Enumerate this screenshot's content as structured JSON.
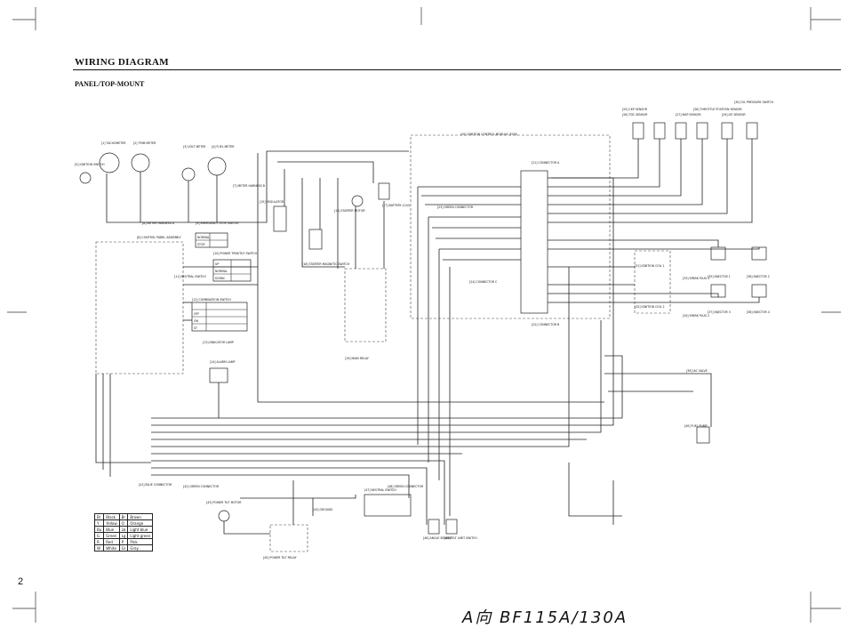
{
  "header": {
    "title": "WIRING DIAGRAM",
    "subtitle": "PANEL/TOP-MOUNT"
  },
  "page_number": "2",
  "footer_note": "A向 BF115A/130A",
  "components": {
    "tachometer": "[1] TACHOMETER",
    "trim_meter": "[2] TRIM METER",
    "volt_meter": "[3] VOLT METER",
    "fuel_meter": "[4] FUEL METER",
    "ignition_switch": "[5] IGNITION SWITCH",
    "meter_harness_a": "[6] METER HARNESS A",
    "meter_harness_b": "[7] METER HARNESS B",
    "control_panel": "[8] CONTROL PANEL ASSEMBLY",
    "emergency_stop": "[9] EMERGENCY STOP SWITCH",
    "power_tilt_switch": "[10] POWER TRIM/TILT SWITCH",
    "neutral_switch": "[11] NEUTRAL SWITCH",
    "combination_switch": "[12] COMBINATION SWITCH",
    "indicator_lamp": "[13] INDICATOR LAMP",
    "alarm_lamp": "[14] ALARM LAMP",
    "regulator": "[15] REGULATOR",
    "starter_motor": "[16] STARTER MOTOR",
    "battery": "[17] BATTERY (12V)",
    "starter_magnetic_switch": "[18] STARTER MAGNETIC SWITCH",
    "main_relay": "[19] MAIN RELAY",
    "pgm_fi_module": "[20] IGNITION CONTROL MODULE (ECM)",
    "connector_a": "[21] CONNECTOR A",
    "connector_b": "[22] CONNECTOR B",
    "green_connector": "[23] GREEN CONNECTOR",
    "connector_c": "[24] CONNECTOR C",
    "ckp_sensor": "[25] CKP SENSOR",
    "tdc_sensor": "[26] TDC SENSOR",
    "map_sensor": "[27] MAP SENSOR",
    "throttle_sensor": "[28] THROTTLE POSITION SENSOR",
    "iat_sensor": "[29] IAT SENSOR",
    "oil_pressure_switch": "[30] OIL PRESSURE SWITCH",
    "ignition_coil_1": "[31] IGNITION COIL 1",
    "ignition_coil_2": "[32] IGNITION COIL 2",
    "spark_plug_1": "[33] SPARK PLUG 1",
    "spark_plug_2": "[34] SPARK PLUG 2",
    "injector_1": "[35] INJECTOR 1",
    "injector_2": "[36] INJECTOR 2",
    "injector_3": "[37] INJECTOR 3",
    "injector_4": "[38] INJECTOR 4",
    "iac_valve": "[39] IAC VALVE",
    "fuel_pump": "[40] FUEL PUMP",
    "blue_connector": "[41] BLUE CONNECTOR",
    "green_connector_2": "[42] GREEN CONNECTOR",
    "power_tilt_motor": "[43] POWER TILT MOTOR",
    "ground": "[44] GROUND",
    "power_tilt_relay": "[45] POWER TILT RELAY",
    "angle_sensor": "[46] ANGLE SENSOR",
    "neutral_switch_2": "[47] NEUTRAL SWITCH",
    "green_connector_3": "[48] GREEN CONNECTOR",
    "tilt_limit_switch": "[49] TILT LIMIT SWITCH",
    "ecm_connectors_label": "(20) IGNITION CONTROL MODULE (ECM)"
  },
  "tables": {
    "emergency_stop_states": [
      "NORMAL",
      "STOP"
    ],
    "tilt_states": [
      "UP",
      "NORMAL",
      "DOWN"
    ],
    "combo_states": [
      "OFF",
      "ON",
      "ST"
    ]
  },
  "legend": {
    "rows": [
      [
        "Bl",
        "Black",
        "Br",
        "Brown"
      ],
      [
        "Y",
        "Yellow",
        "O",
        "Orange"
      ],
      [
        "Bu",
        "Blue",
        "Lb",
        "Light blue"
      ],
      [
        "G",
        "Green",
        "Lg",
        "Light green"
      ],
      [
        "R",
        "Red",
        "P",
        "Pink"
      ],
      [
        "W",
        "White",
        "Gr",
        "Gray"
      ]
    ]
  }
}
